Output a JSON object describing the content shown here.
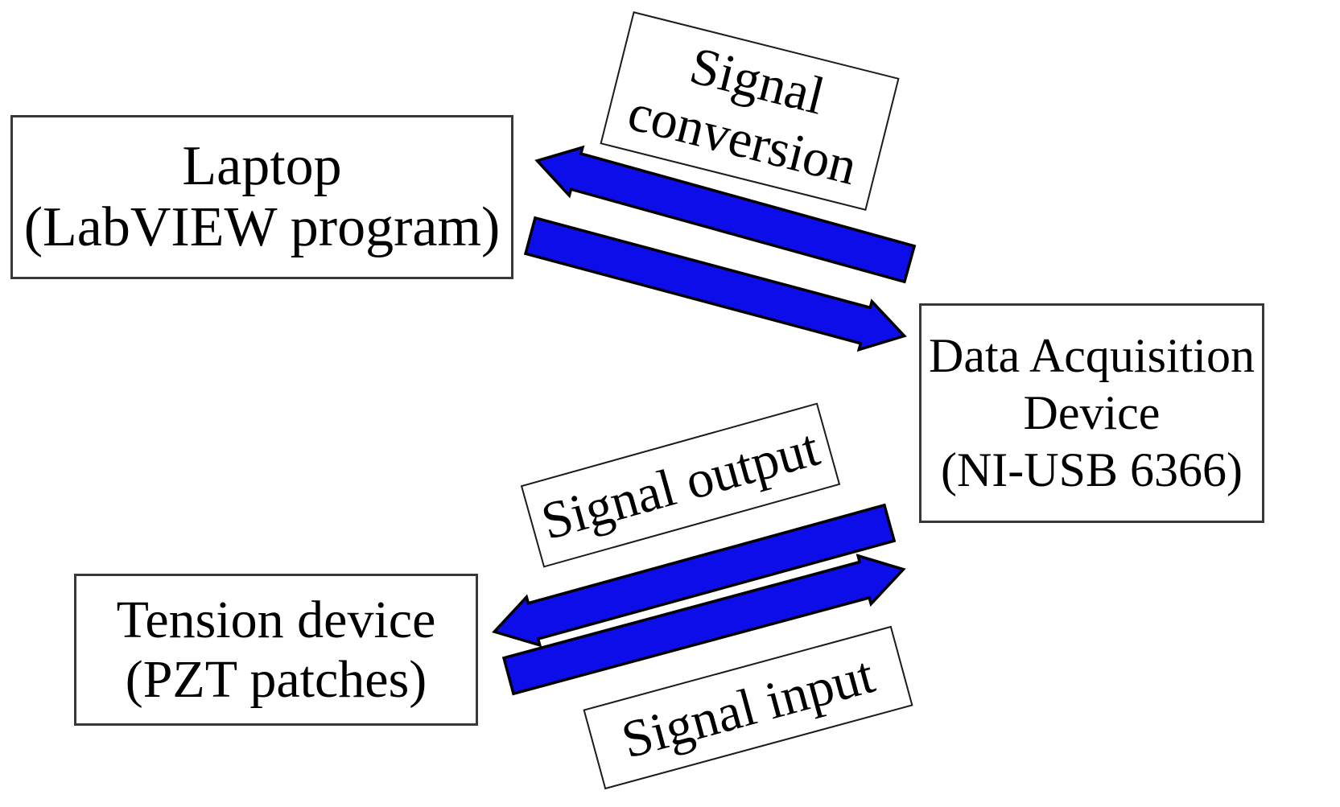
{
  "diagram": {
    "nodes": {
      "laptop": {
        "line1": "Laptop",
        "line2": "(LabVIEW program)"
      },
      "daq": {
        "line1": "Data Acquisition",
        "line2": "Device",
        "line3": "(NI-USB 6366)"
      },
      "tension": {
        "line1": "Tension device",
        "line2": "(PZT patches)"
      }
    },
    "labels": {
      "conversion": {
        "line1": "Signal",
        "line2": "conversion"
      },
      "output": {
        "text": "Signal output"
      },
      "input": {
        "text": "Signal input"
      }
    },
    "arrows": {
      "daq_to_laptop": "bidirectional signal conversion - arrow pointing to laptop",
      "laptop_to_daq": "bidirectional signal conversion - arrow pointing to data acquisition device",
      "daq_to_tension": "signal output - arrow pointing to tension device",
      "tension_to_daq": "signal input - arrow pointing to data acquisition device"
    },
    "colors": {
      "arrow_fill": "#0d0de9",
      "arrow_outline": "#000000",
      "node_border": "#383838",
      "label_border": "#1b1b1b",
      "text": "#000000",
      "background": "#ffffff"
    }
  }
}
